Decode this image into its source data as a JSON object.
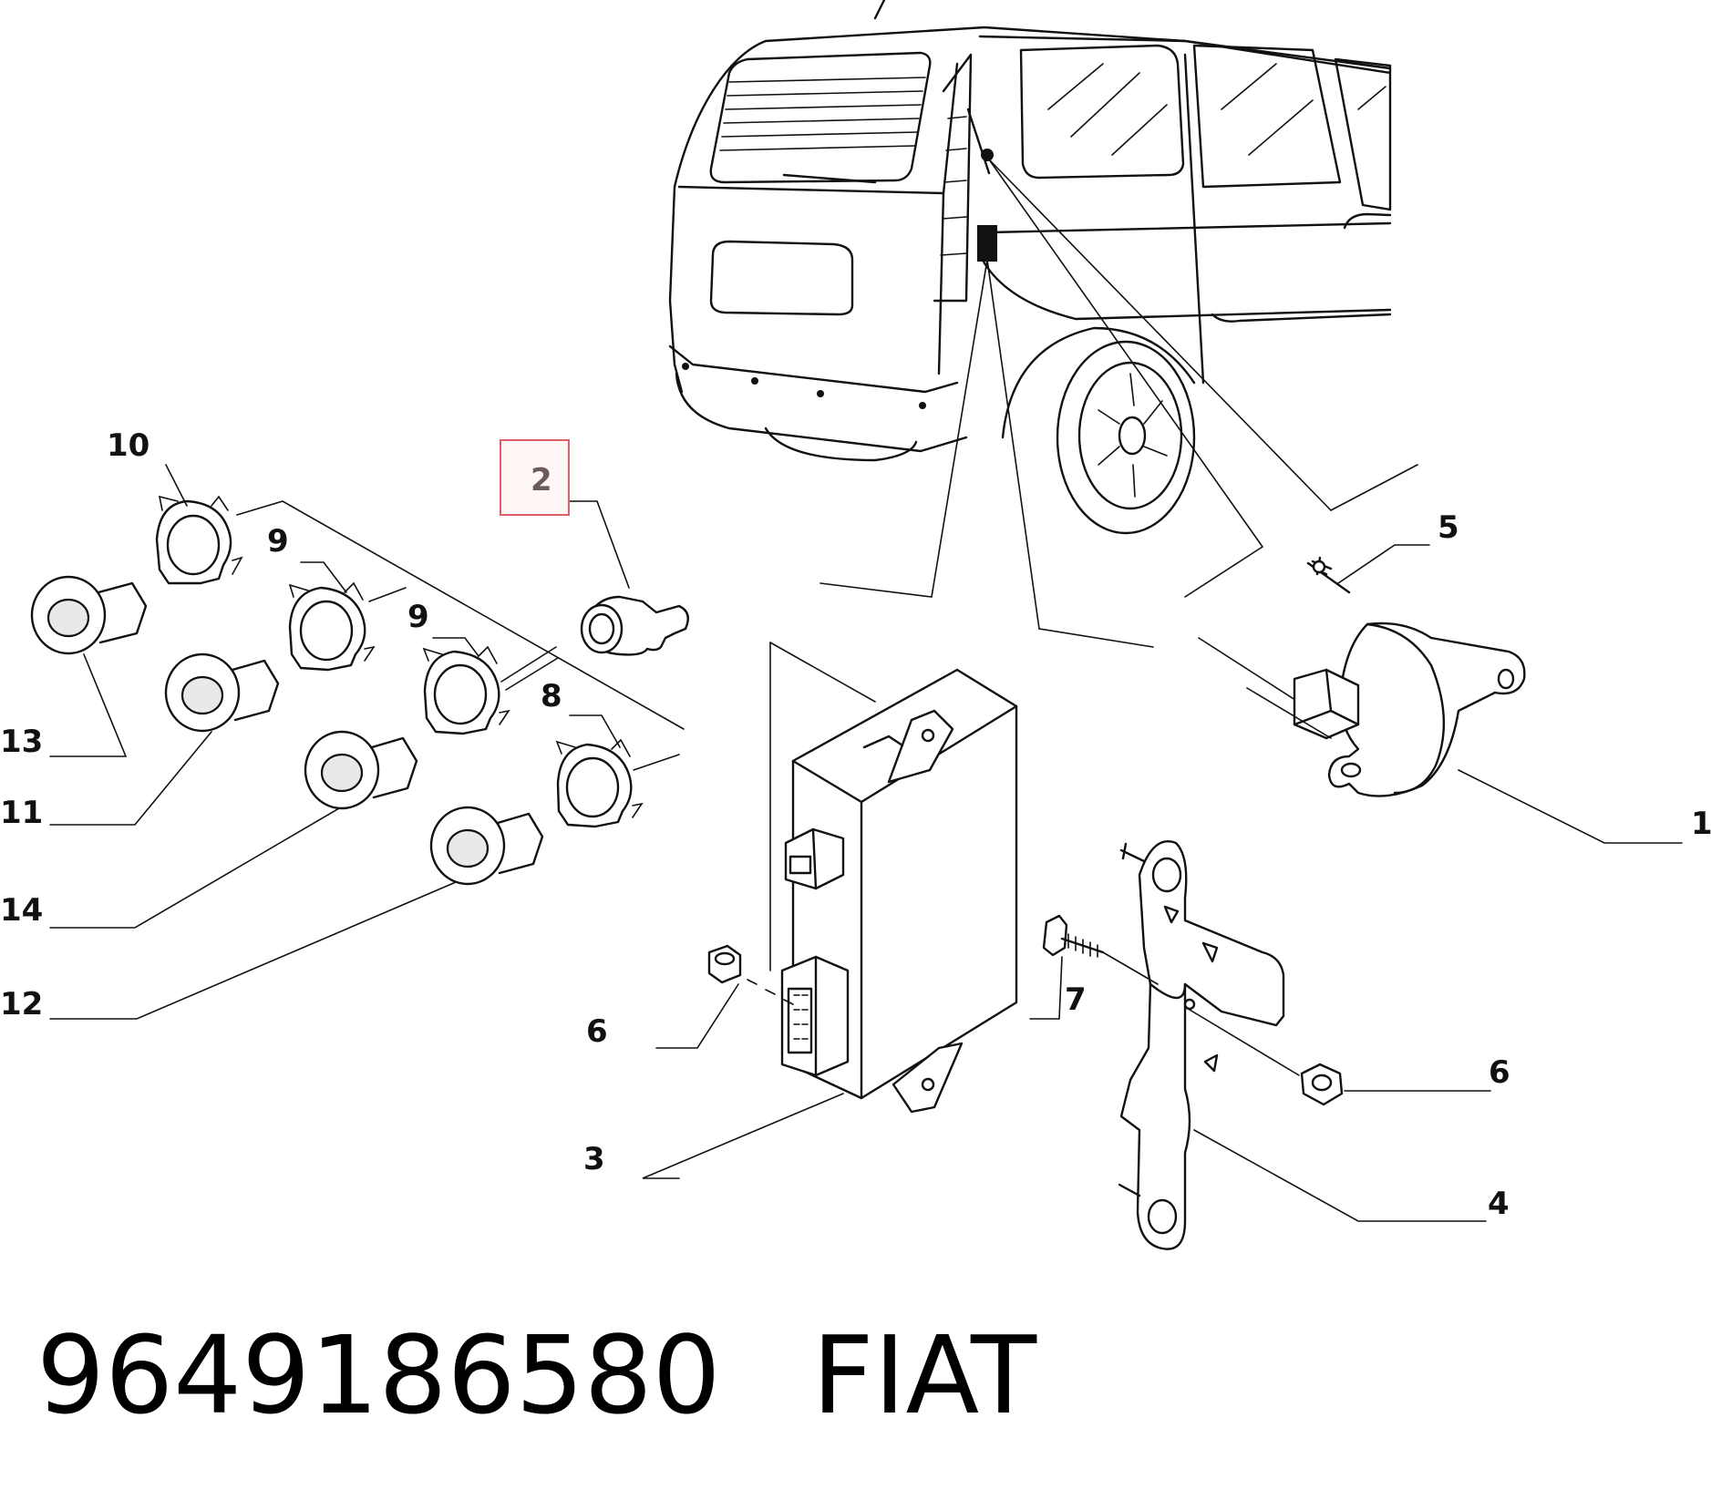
{
  "callouts": {
    "c1": "1",
    "c2": "2",
    "c3": "3",
    "c4": "4",
    "c5": "5",
    "c6a": "6",
    "c6b": "6",
    "c7": "7",
    "c8": "8",
    "c9a": "9",
    "c9b": "9",
    "c10": "10",
    "c11": "11",
    "c12": "12",
    "c13": "13",
    "c14": "14"
  },
  "highlighted_callout": "2",
  "highlight_color": "#e0606a",
  "caption": {
    "part_number": "9649186580",
    "brand": "FIAT"
  }
}
